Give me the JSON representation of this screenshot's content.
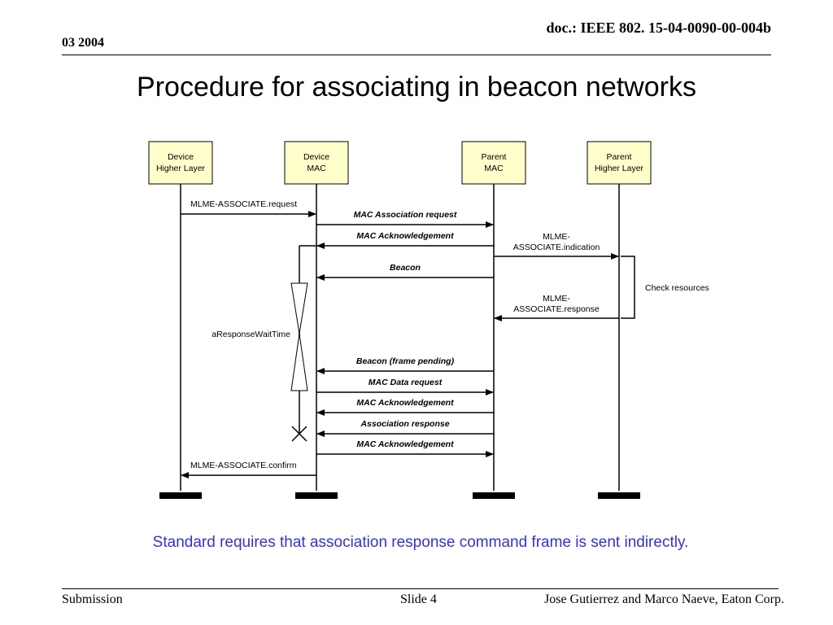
{
  "header": {
    "doc_id": "doc.: IEEE 802. 15-04-0090-00-004b",
    "date": "03 2004"
  },
  "title": "Procedure for associating in beacon networks",
  "diagram": {
    "participants": [
      {
        "id": "dhl",
        "line1": "Device",
        "line2": "Higher Layer"
      },
      {
        "id": "dmac",
        "line1": "Device",
        "line2": "MAC"
      },
      {
        "id": "pmac",
        "line1": "Parent",
        "line2": "MAC"
      },
      {
        "id": "phl",
        "line1": "Parent",
        "line2": "Higher Layer"
      }
    ],
    "messages": [
      {
        "from": "dhl",
        "to": "dmac",
        "label": "MLME-ASSOCIATE.request",
        "style": "plain"
      },
      {
        "from": "dmac",
        "to": "pmac",
        "label": "MAC Association request",
        "style": "bold-italic"
      },
      {
        "from": "pmac",
        "to": "dmac",
        "label": "MAC Acknowledgement",
        "style": "bold-italic"
      },
      {
        "from": "pmac",
        "to": "phl",
        "label": "MLME-ASSOCIATE.indication",
        "label_lines": [
          "MLME-",
          "ASSOCIATE.indication"
        ],
        "style": "plain"
      },
      {
        "from": "pmac",
        "to": "dmac",
        "label": "Beacon",
        "style": "bold-italic"
      },
      {
        "from": "phl",
        "to": "pmac",
        "label": "MLME-ASSOCIATE.response",
        "label_lines": [
          "MLME-",
          "ASSOCIATE.response"
        ],
        "style": "plain"
      },
      {
        "from": "pmac",
        "to": "dmac",
        "label": "Beacon (frame pending)",
        "style": "bold-italic"
      },
      {
        "from": "dmac",
        "to": "pmac",
        "label": "MAC Data request",
        "style": "bold-italic"
      },
      {
        "from": "pmac",
        "to": "dmac",
        "label": "MAC Acknowledgement",
        "style": "bold-italic"
      },
      {
        "from": "pmac",
        "to": "dmac",
        "label": "Association response",
        "style": "bold-italic"
      },
      {
        "from": "dmac",
        "to": "pmac",
        "label": "MAC Acknowledgement",
        "style": "bold-italic"
      },
      {
        "from": "dmac",
        "to": "dhl",
        "label": "MLME-ASSOCIATE.confirm",
        "style": "plain"
      }
    ],
    "check_resources_label": "Check resources",
    "timer_label": "aResponseWaitTime"
  },
  "note": "Standard requires that association response command frame is sent indirectly.",
  "footer": {
    "left": "Submission",
    "center": "Slide 4",
    "right": "Jose Gutierrez and Marco Naeve, Eaton Corp."
  },
  "colors": {
    "node_fill": "#ffffcc",
    "note_text": "#3333cc"
  }
}
